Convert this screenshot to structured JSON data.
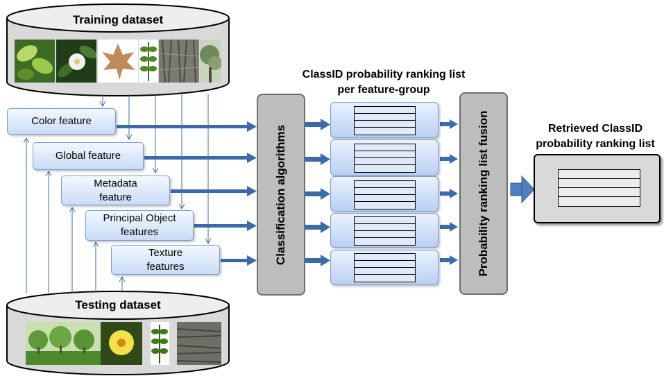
{
  "training_dataset": {
    "title": "Training dataset"
  },
  "testing_dataset": {
    "title": "Testing dataset"
  },
  "features": [
    {
      "label": "Color feature"
    },
    {
      "label": "Global feature"
    },
    {
      "label": "Metadata feature"
    },
    {
      "label": "Principal Object features"
    },
    {
      "label": "Texture features"
    }
  ],
  "classification": {
    "label": "Classification algorithms"
  },
  "ranking_header": {
    "label": "ClassID probability ranking list per feature-group"
  },
  "fusion": {
    "label": "Probability ranking list fusion"
  },
  "retrieved": {
    "label": "Retrieved ClassID probability ranking list"
  },
  "colors": {
    "arrow": "#3b6aa8",
    "box_border": "#7a9ccf",
    "grey_bar": "#bdbdbd"
  },
  "training_images": [
    "leaf-ivy",
    "magnolia-flower",
    "maple-leaf",
    "compound-leaf",
    "bark",
    "tree"
  ],
  "testing_images": [
    "orchard-trees",
    "yellow-flower",
    "compound-leaf",
    "bark"
  ]
}
